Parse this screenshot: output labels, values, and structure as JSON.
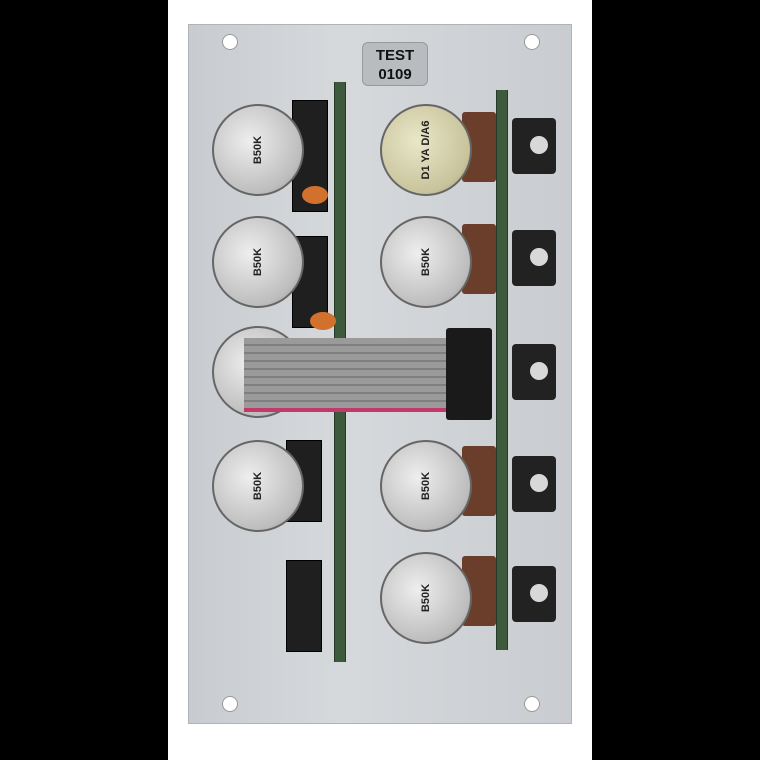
{
  "image": {
    "description": "Back view of an aluminium Eurorack synthesizer module panel with potentiometers, PCBs, ribbon cable and jacks",
    "label": {
      "line1": "TEST",
      "line2": "0109"
    },
    "pots_left": [
      {
        "marking": "B50K"
      },
      {
        "marking": "B50K"
      },
      {
        "marking": ""
      },
      {
        "marking": "B50K"
      }
    ],
    "pots_right": [
      {
        "marking": "D1 YA D/A6"
      },
      {
        "marking": "B50K"
      },
      {
        "marking": ""
      },
      {
        "marking": "B50K"
      },
      {
        "marking": "B50K"
      }
    ],
    "colors": {
      "background": "#000000",
      "panel": "#d0d3d6",
      "pcb": "#3e5a3c",
      "ribbon_stripe": "#c23a6b"
    }
  }
}
